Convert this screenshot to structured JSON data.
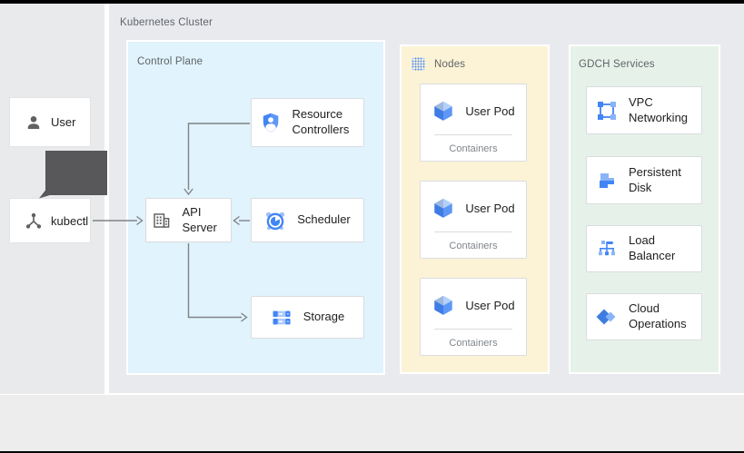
{
  "cluster": {
    "label": "Kubernetes Cluster"
  },
  "actors": {
    "user": "User",
    "kubectl": "kubectl"
  },
  "control_plane": {
    "label": "Control Plane",
    "resource_controllers": "Resource Controllers",
    "api_server": "API Server",
    "scheduler": "Scheduler",
    "storage": "Storage"
  },
  "nodes": {
    "label": "Nodes",
    "pods": [
      {
        "title": "User Pod",
        "subtitle": "Containers"
      },
      {
        "title": "User Pod",
        "subtitle": "Containers"
      },
      {
        "title": "User Pod",
        "subtitle": "Containers"
      }
    ]
  },
  "gdch": {
    "label": "GDCH Services",
    "vpc": "VPC Networking",
    "persistent_disk": "Persistent Disk",
    "load_balancer": "Load Balancer",
    "cloud_operations": "Cloud Operations"
  },
  "icons": {
    "user": "person-icon",
    "kubectl": "kubectl-graph-icon",
    "resource_controllers": "shield-person-icon",
    "api_server": "api-building-icon",
    "scheduler": "alarm-clock-icon",
    "storage": "storage-trays-icon",
    "nodes": "dotted-grid-icon",
    "user_pod": "cube-icon",
    "vpc": "vpc-network-icon",
    "persistent_disk": "disk-steps-icon",
    "load_balancer": "load-balancer-tree-icon",
    "cloud_operations": "cloud-ops-diamond-icon"
  },
  "colors": {
    "google_blue": "#4285f4",
    "light_blue": "#8ab4f8",
    "panel_control_plane_bg": "#e1f3fc",
    "panel_nodes_bg": "#fcf3d6",
    "panel_gdch_bg": "#e6f2e9",
    "cluster_bg": "#e8eaee",
    "sidebar_bg": "#e9eaec",
    "footer_bg": "#ededed",
    "window_bar": "#000000",
    "card_border": "#dadce0",
    "arrow": "#7f8387",
    "big_arrow": "#58585a",
    "text_primary": "#212121",
    "text_secondary": "#5f6368",
    "text_muted": "#80868b"
  }
}
